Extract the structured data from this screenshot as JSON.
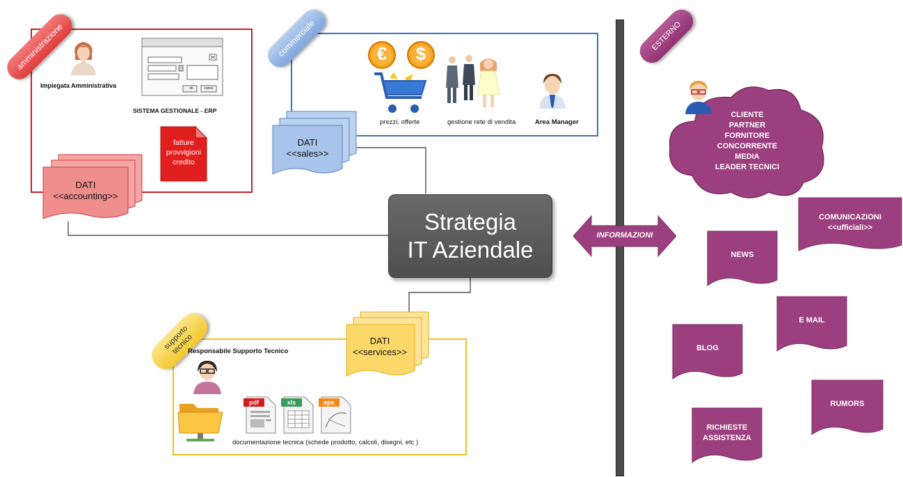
{
  "sections": {
    "amministrazione": {
      "tag": "amministrazione",
      "employee": "Impiegata Amministrativa",
      "erp_label": "SISTEMA GESTIONALE - ",
      "erp_suffix": "ERP",
      "erp_buttons": [
        "ok",
        "cance"
      ],
      "doc_lines": [
        "fatture",
        "provvigioni",
        "credito"
      ],
      "data_title": "DATI",
      "data_sub": "<<accounting>>"
    },
    "commerciale": {
      "tag": "commerciale",
      "currency_euro": "€",
      "currency_dollar": "$",
      "prices": "prezzi, offerte",
      "network": "gestione rete di vendita",
      "manager": "Area Manager",
      "data_title": "DATI",
      "data_sub": "<<sales>>"
    },
    "supporto": {
      "tag_line1": "supporto",
      "tag_line2": "tecnico",
      "manager": "Responsabile Supporto Tecnico",
      "doc_types": [
        "pdf",
        "xls",
        "eps"
      ],
      "docs_caption": "documentazione tecnica (schede prodotto, calcoli, disegni, etc )",
      "data_title": "DATI",
      "data_sub": "<<services>>"
    }
  },
  "center": {
    "line1": "Strategia",
    "line2": "IT Aziendale"
  },
  "informazioni": "INFORMAZIONI",
  "esterno": {
    "tag": "ESTERNO",
    "cloud_lines": [
      "CLIENTE",
      "PARTNER",
      "FORNITORE",
      "CONCORRENTE",
      "MEDIA",
      "LEADER TECNICI"
    ],
    "sources": {
      "comunicazioni_1": "COMUNICAZIONI",
      "comunicazioni_2": "<<ufficiali>>",
      "news": "NEWS",
      "email": "E MAIL",
      "blog": "BLOG",
      "rumors": "RUMORS",
      "richieste_1": "RICHIESTE",
      "richieste_2": "ASSISTENZA"
    }
  },
  "colors": {
    "admin": "#e53030",
    "sales": "#3a70c0",
    "support": "#f0c020",
    "purple": "#9c3f7e",
    "center": "#595959"
  }
}
